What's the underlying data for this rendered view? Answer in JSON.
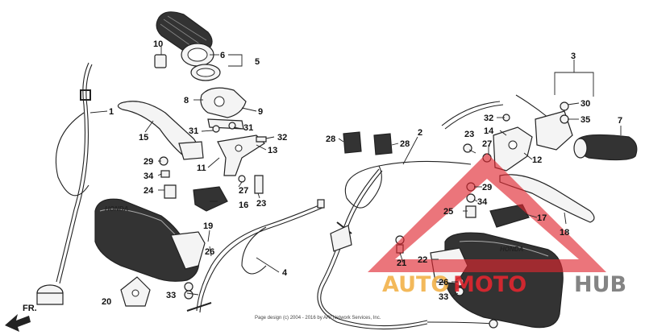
{
  "watermark": {
    "text_auto": "AUTO",
    "text_moto": "MOTO",
    "text_hub": "HUB",
    "color_yellow": "#f2b24a",
    "color_red": "#e0262f",
    "color_gray": "#777777"
  },
  "copyright": "Page design (c) 2004 - 2016 by ARI Network Services, Inc.",
  "brand_left": "HONDA",
  "brand_right": "HONDA",
  "fr_label": "FR.",
  "callouts": [
    "1",
    "2",
    "3",
    "4",
    "5",
    "6",
    "7",
    "8",
    "9",
    "10",
    "11",
    "12",
    "13",
    "14",
    "15",
    "16",
    "17",
    "18",
    "19",
    "20",
    "21",
    "22",
    "23",
    "23",
    "24",
    "25",
    "26",
    "26",
    "27",
    "27",
    "28",
    "28",
    "29",
    "29",
    "30",
    "31",
    "31",
    "32",
    "32",
    "33",
    "33",
    "34",
    "34",
    "35"
  ]
}
